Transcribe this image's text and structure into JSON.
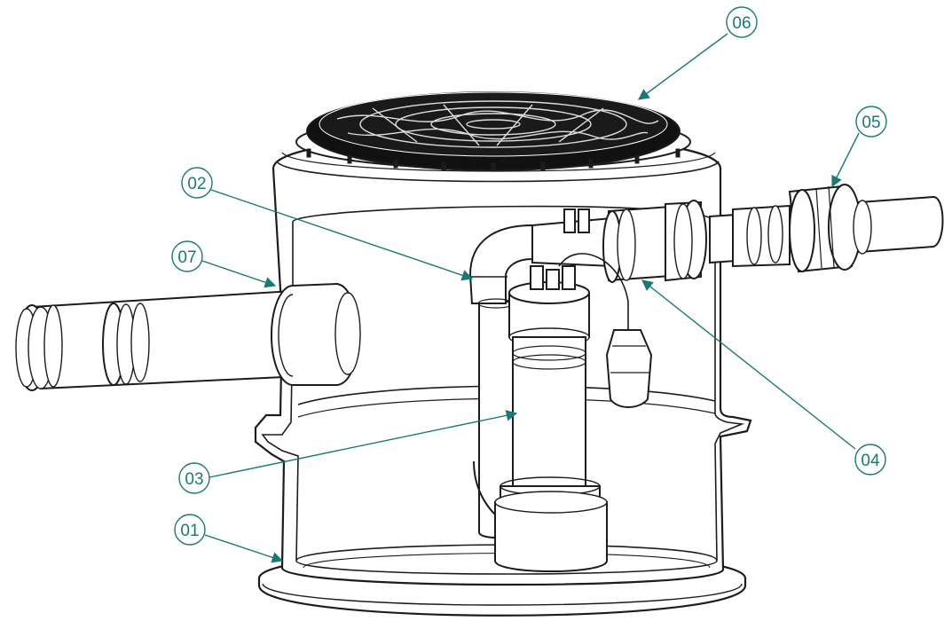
{
  "diagram": {
    "line_color": "#1a7a73",
    "outline_color": "#1c1c1c",
    "callouts": [
      {
        "id": "01",
        "label": "01"
      },
      {
        "id": "02",
        "label": "02"
      },
      {
        "id": "03",
        "label": "03"
      },
      {
        "id": "04",
        "label": "04"
      },
      {
        "id": "05",
        "label": "05"
      },
      {
        "id": "06",
        "label": "06"
      },
      {
        "id": "07",
        "label": "07"
      }
    ]
  }
}
